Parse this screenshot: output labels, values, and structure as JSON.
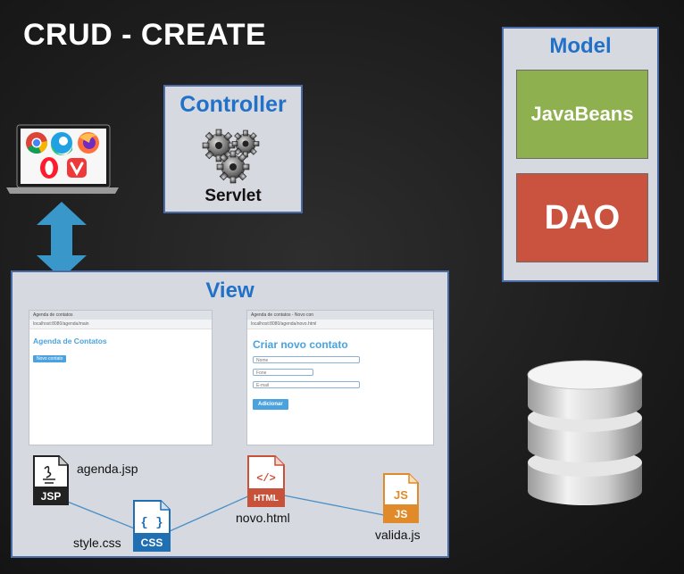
{
  "title": "CRUD - CREATE",
  "controller": {
    "title": "Controller",
    "component": "Servlet"
  },
  "model": {
    "title": "Model",
    "layers": [
      "JavaBeans",
      "DAO"
    ]
  },
  "view": {
    "title": "View",
    "screens": [
      {
        "tab": "Agenda de contatos",
        "url": "localhost:8080/agenda/main",
        "heading": "Agenda de Contatos",
        "button": "Novo contato"
      },
      {
        "tab": "Agenda de contatos - Novo con",
        "url": "localhost:8080/agenda/novo.html",
        "heading": "Criar novo contato",
        "fields": [
          "Nome",
          "Fone",
          "E-mail"
        ],
        "button": "Adicionar"
      }
    ],
    "files": {
      "jsp": {
        "icon_label": "JSP",
        "name": "agenda.jsp"
      },
      "css": {
        "icon_label": "CSS",
        "name": "style.css"
      },
      "html": {
        "icon_label": "HTML",
        "name": "novo.html"
      },
      "js": {
        "icon_label": "JS",
        "name": "valida.js"
      }
    }
  },
  "colors": {
    "accent_blue": "#2271c8",
    "javabeans_green": "#8fb04f",
    "dao_red": "#c9533f",
    "arrow_blue": "#3a97c9",
    "html_orange": "#c8513a",
    "js_orange": "#e08a2a",
    "css_blue": "#1f6fb2"
  },
  "icons": [
    "chrome-icon",
    "edge-icon",
    "firefox-icon",
    "opera-icon",
    "vivaldi-icon",
    "gears-icon",
    "database-icon"
  ]
}
